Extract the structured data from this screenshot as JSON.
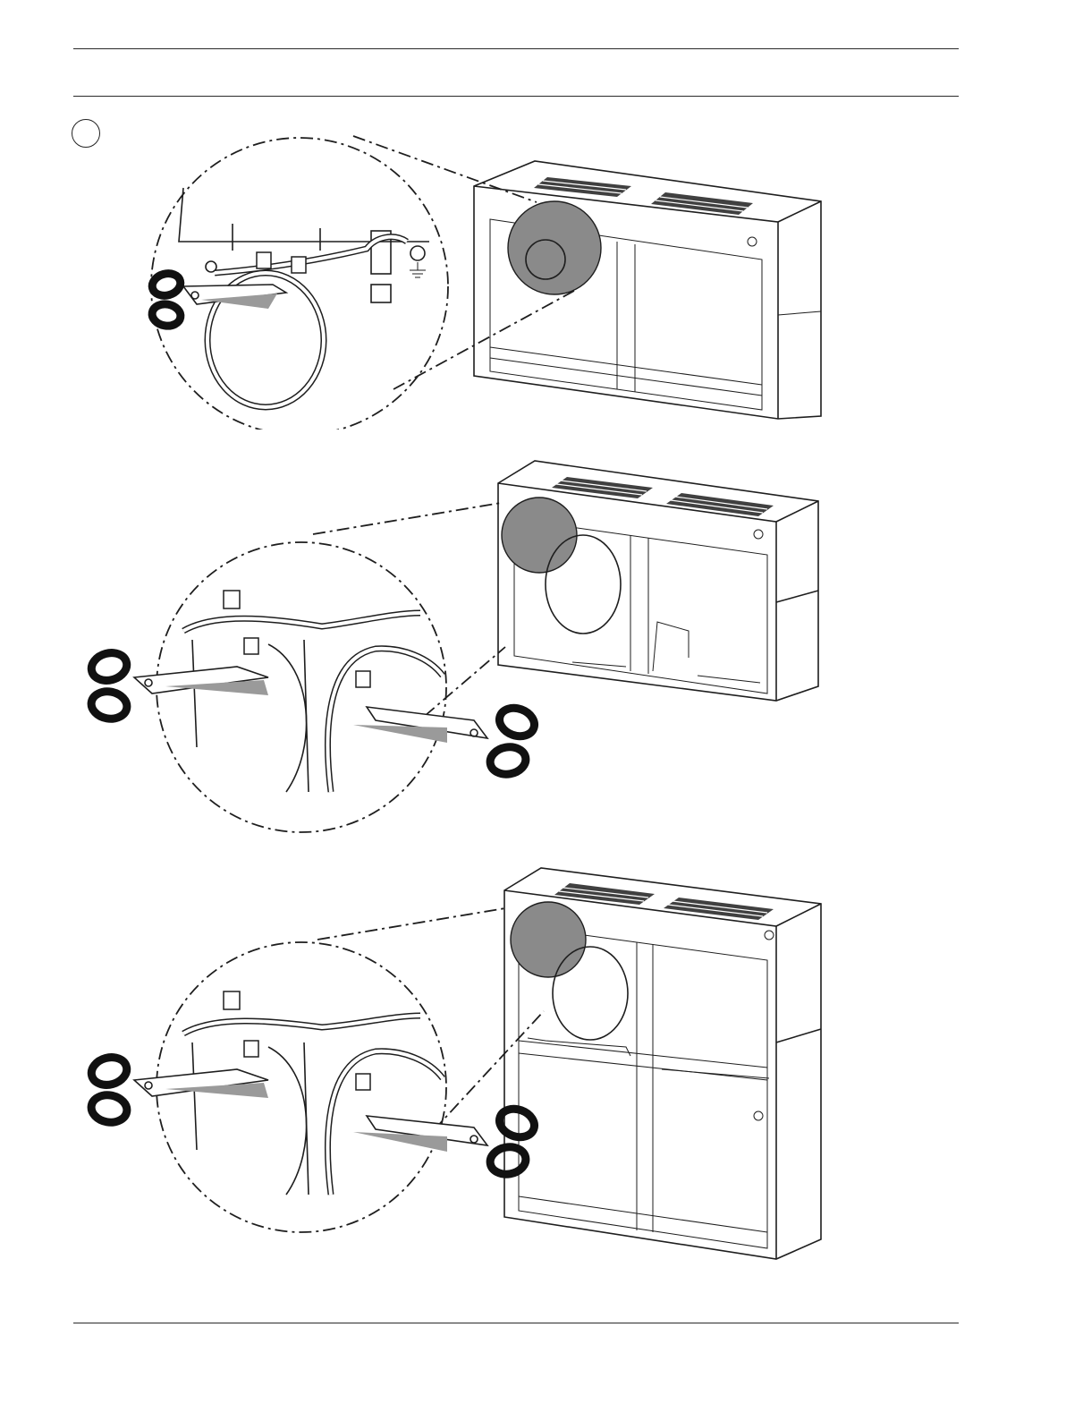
{
  "header": {
    "text": ""
  },
  "step": {
    "marker": ""
  },
  "figures": [
    {
      "name": "figure-1",
      "description_hidden": true
    },
    {
      "name": "figure-2",
      "description_hidden": true
    },
    {
      "name": "figure-3",
      "description_hidden": true
    }
  ],
  "footer": {
    "text": ""
  },
  "colors": {
    "line": "#1e1e1e",
    "highlight": "#8a8a8a",
    "background": "#ffffff"
  },
  "icons": [
    "scissors-icon",
    "cable-tie-icon",
    "ground-symbol-icon",
    "screw-icon"
  ]
}
